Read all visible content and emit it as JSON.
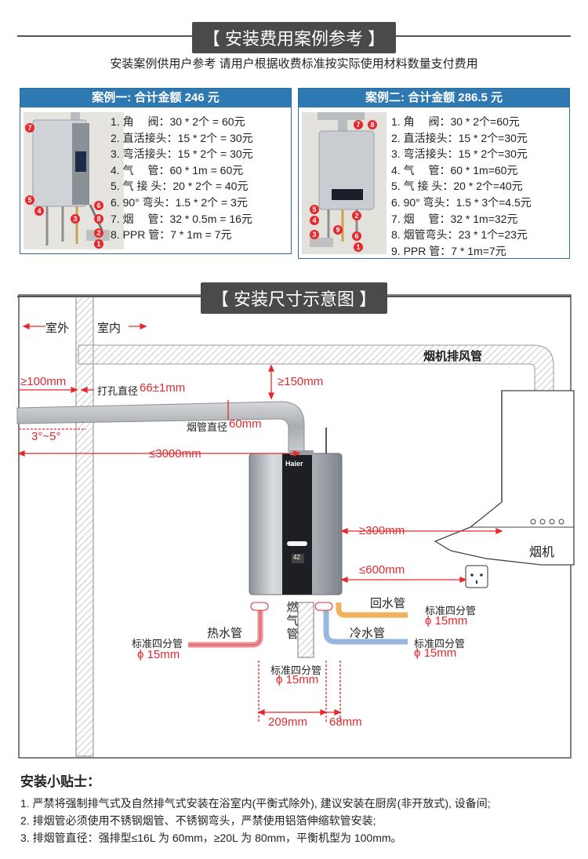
{
  "section1": {
    "title": "【 安装费用案例参考 】",
    "subtitle": "安装案例供用户参考 请用户根据收费标准按实际使用材料数量支付费用"
  },
  "case1": {
    "header": "案例一: 合计金额 246 元",
    "items": [
      "1. 角　 阀：30 * 2个 = 60元",
      "2. 直活接头：15 * 2个 = 30元",
      "3. 弯活接头：15 * 2个 = 30元",
      "4. 气　 管：60 * 1m = 60元",
      "5. 气 接 头：20 * 2个 = 40元",
      "6. 90° 弯头：1.5 * 2个 = 3元",
      "7. 烟　 管：32 * 0.5m = 16元",
      "8. PPR 管：7 * 1m = 7元"
    ],
    "badges": [
      "7",
      "5",
      "4",
      "6",
      "3",
      "8",
      "2",
      "1"
    ]
  },
  "case2": {
    "header": "案例二: 合计金额 286.5 元",
    "items": [
      "1. 角　 阀：30 * 2个=60元",
      "2. 直活接头：15 * 2个=30元",
      "3. 弯活接头：15 * 2个=30元",
      "4. 气　 管：60 * 1m=60元",
      "5. 气 接 头：20 * 2个=40元",
      "6. 90° 弯头：1.5 * 3个=4.5元",
      "7. 烟　 管：32 * 1m=32元",
      "8. 烟管弯头：23 * 1个=23元",
      "9. PPR 管：7 * 1m=7元"
    ],
    "badges": [
      "7",
      "8",
      "5",
      "4",
      "2",
      "3",
      "9",
      "6",
      "1"
    ]
  },
  "section2": {
    "title": "【 安装尺寸示意图 】"
  },
  "diagram": {
    "outdoor": "室外",
    "indoor": "室内",
    "hood_pipe": "烟机排风管",
    "d_100": "≥100mm",
    "hole_label": "打孔直径",
    "hole_value": "66±1mm",
    "d_150": "≥150mm",
    "pipe_dia_label": "烟管直径",
    "pipe_dia_value": "60mm",
    "angle": "3°~5°",
    "d_3000": "≤3000mm",
    "brand": "Haier",
    "display": "42",
    "d_300": "≥300mm",
    "hood": "烟机",
    "d_600": "≤600mm",
    "return_pipe": "回水管",
    "gas_pipe": "燃气管",
    "hot_pipe": "热水管",
    "cold_pipe": "冷水管",
    "std_pipe": "标准四分管",
    "pipe_size": "ϕ 15mm",
    "d_209": "209mm",
    "d_68": "68mm",
    "colors": {
      "red": "#e5292d",
      "hot": "#ef8e95",
      "cold": "#9ab6e0",
      "return": "#f0b25c",
      "case_header": "#2f79b3"
    }
  },
  "tips": {
    "title": "安装小贴士：",
    "items": [
      "1. 严禁将强制排气式及自然排气式安装在浴室内(平衡式除外), 建议安装在厨房(非开放式), 设备间;",
      "2. 排烟管必须使用不锈钢烟管、不锈钢弯头，严禁使用铝箔伸缩软管安装;",
      "3. 排烟管直径：强排型≤16L 为 60mm，≥20L 为 80mm，平衡机型为 100mm。"
    ]
  }
}
